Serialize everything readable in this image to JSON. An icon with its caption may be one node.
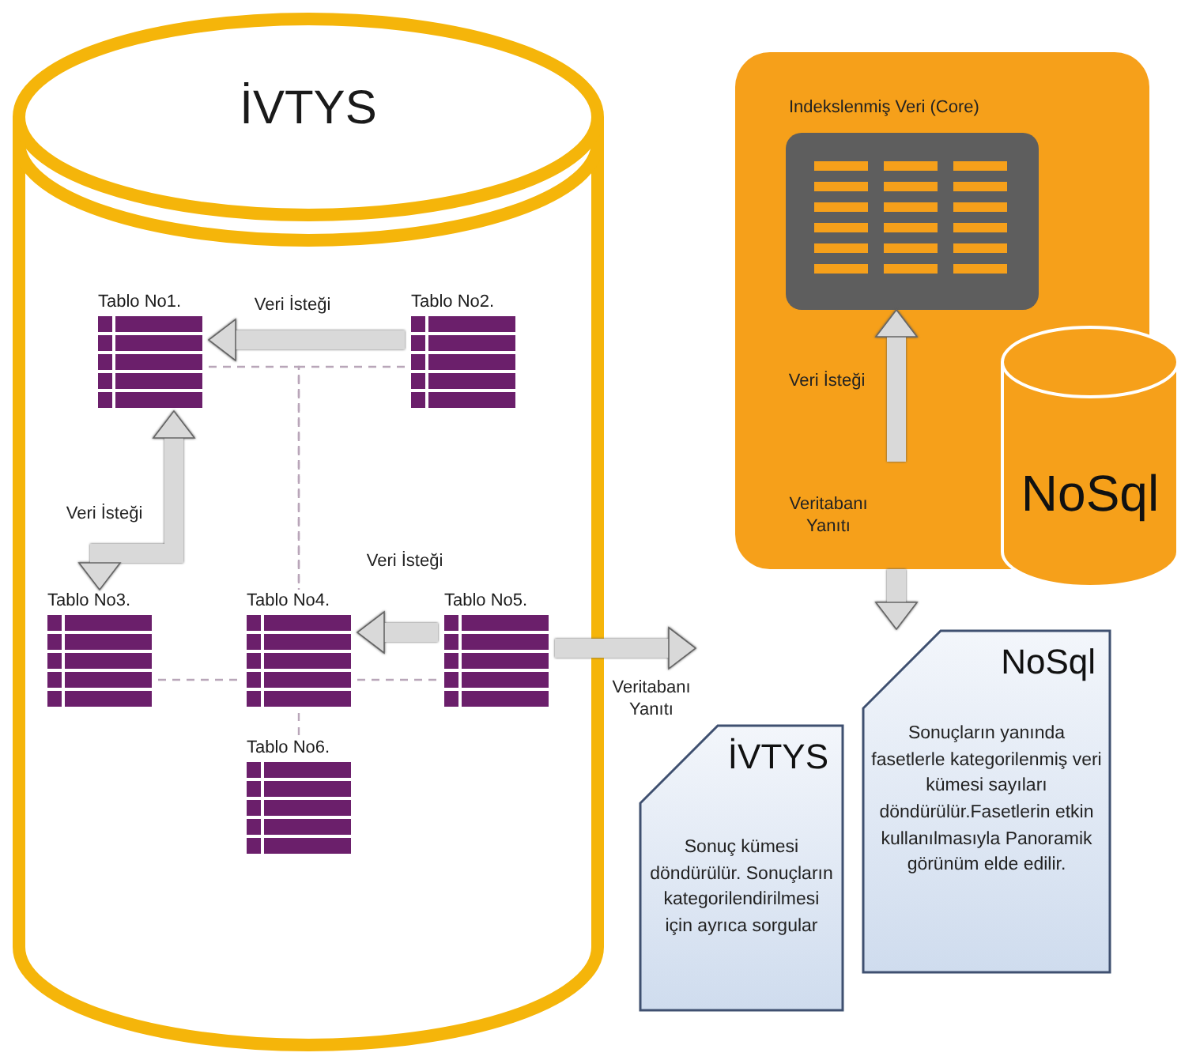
{
  "diagram": {
    "nodes": [
      {
        "text": [
          "İVTYS"
        ]
      },
      {
        "text": [
          "Tablo No1."
        ],
        "in": 0
      },
      {
        "text": [
          "Tablo No2."
        ],
        "in": 0
      },
      {
        "text": [
          "Tablo No3."
        ],
        "in": 0
      },
      {
        "text": [
          "Tablo No4."
        ],
        "in": 0
      },
      {
        "text": [
          "Tablo No5."
        ],
        "in": 0
      },
      {
        "text": [
          "Tablo No6."
        ],
        "in": 0
      },
      {
        "text": [],
        "shape": "box"
      },
      {
        "text": [
          "Indekslenmiş Veri (Core)"
        ],
        "in": 7
      },
      {
        "text": [
          "NoSql"
        ]
      },
      {
        "text": [
          "İVTYS",
          "Sonuç kümesi döndürülür. Sonuçların kategorilendirilmesi için ayrıca sorgular"
        ]
      },
      {
        "text": [
          "NoSql",
          "Sonuçların yanında fasetlerle kategorilenmiş veri kümesi sayıları döndürülür.Fasetlerin etkin kullanılmasıyla Panoramik görünüm elde edilir."
        ]
      }
    ],
    "edges": [
      {
        "from": 2,
        "to": 1,
        "arrow": "to",
        "label": "Veri İsteği"
      },
      {
        "from": 1,
        "to": 3,
        "arrow": "both",
        "label": "Veri İsteği"
      },
      {
        "from": 5,
        "to": 4,
        "arrow": "to",
        "label": "Veri İsteği"
      },
      {
        "from": 1,
        "to": 4,
        "arrow": "none",
        "style": "dashed"
      },
      {
        "from": 2,
        "to": 4,
        "arrow": "none",
        "style": "dashed"
      },
      {
        "from": 3,
        "to": 4,
        "arrow": "none",
        "style": "dashed"
      },
      {
        "from": 4,
        "to": 5,
        "arrow": "none",
        "style": "dashed"
      },
      {
        "from": 4,
        "to": 6,
        "arrow": "none",
        "style": "dashed"
      },
      {
        "from": 5,
        "to": null,
        "arrow": "to",
        "label": "Veritabanı Yanıtı"
      },
      {
        "from": null,
        "to": 8,
        "arrow": "to",
        "label": "Veri İsteği"
      },
      {
        "from": 7,
        "to": 11,
        "arrow": "to",
        "label": "Veritabanı Yanıtı"
      }
    ]
  }
}
